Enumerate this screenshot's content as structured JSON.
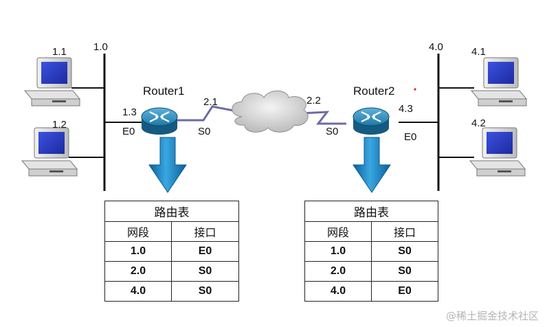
{
  "hosts": {
    "h11": "1.1",
    "h12": "1.2",
    "h41": "4.1",
    "h42": "4.2"
  },
  "networks": {
    "left": "1.0",
    "right": "4.0"
  },
  "router1": {
    "name": "Router1",
    "eth_ip": "1.3",
    "eth_if": "E0",
    "serial_ip": "2.1",
    "serial_if": "S0"
  },
  "router2": {
    "name": "Router2",
    "eth_ip": "4.3",
    "eth_if": "E0",
    "serial_ip": "2.2",
    "serial_if": "S0"
  },
  "table1": {
    "title": "路由表",
    "col_segment": "网段",
    "col_interface": "接口",
    "rows": [
      {
        "segment": "1.0",
        "interface": "E0"
      },
      {
        "segment": "2.0",
        "interface": "S0"
      },
      {
        "segment": "4.0",
        "interface": "S0"
      }
    ]
  },
  "table2": {
    "title": "路由表",
    "col_segment": "网段",
    "col_interface": "接口",
    "rows": [
      {
        "segment": "1.0",
        "interface": "S0"
      },
      {
        "segment": "2.0",
        "interface": "S0"
      },
      {
        "segment": "4.0",
        "interface": "E0"
      }
    ]
  },
  "watermark": "@稀土掘金技术社区",
  "colors": {
    "router": "#1e79a8",
    "arrow": "#0d6fae",
    "monitor_screen": "#2a3fc8",
    "bus": "#111111"
  }
}
